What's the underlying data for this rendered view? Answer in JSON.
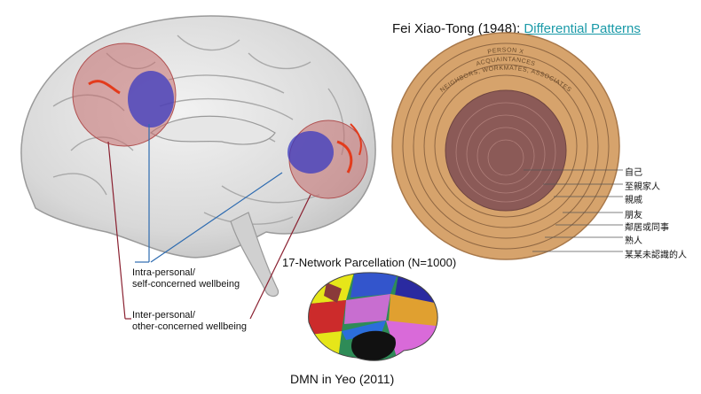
{
  "brain": {
    "label_intra": [
      "Intra-personal/",
      "self-concerned wellbeing"
    ],
    "label_inter": [
      "Inter-personal/",
      "other-concerned wellbeing"
    ]
  },
  "fei": {
    "title_prefix": "Fei Xiao-Tong (1948): ",
    "title_link": "Differential Patterns",
    "ring_texts": [
      "PERSON X",
      "ACQUAINTANCES",
      "NEIGHBORS, WORKMATES, ASSOCIATES"
    ],
    "rings": [
      "自己",
      "至親家人",
      "親戚",
      "朋友",
      "鄰居或同事",
      "熟人",
      "某某未認識的人"
    ]
  },
  "parcellation": {
    "title": "17-Network Parcellation (N=1000)",
    "caption": "DMN in Yeo (2011)"
  },
  "colors": {
    "ring_fill": "#d6a36c",
    "ring_inner": "#8b5a57",
    "overlay_red": "#c46d6d",
    "overlay_blue": "#3a3ac0",
    "link_teal": "#1a9aa8"
  }
}
